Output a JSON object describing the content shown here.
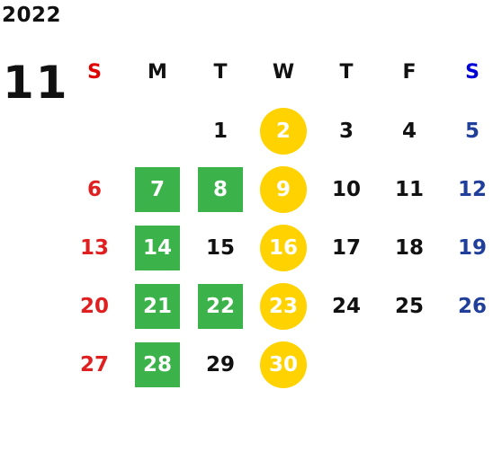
{
  "calendar": {
    "year": "2022",
    "month": "11",
    "weekdays": [
      "S",
      "M",
      "T",
      "W",
      "T",
      "F",
      "S"
    ],
    "weeks": [
      [
        "",
        "",
        "1",
        "2",
        "3",
        "4",
        "5"
      ],
      [
        "6",
        "7",
        "8",
        "9",
        "10",
        "11",
        "12"
      ],
      [
        "13",
        "14",
        "15",
        "16",
        "17",
        "18",
        "19"
      ],
      [
        "20",
        "21",
        "22",
        "23",
        "24",
        "25",
        "26"
      ],
      [
        "27",
        "28",
        "29",
        "30",
        "",
        "",
        ""
      ]
    ],
    "green_highlighted_days": [
      "7",
      "8",
      "14",
      "21",
      "22",
      "28"
    ],
    "yellow_highlighted_days": [
      "2",
      "9",
      "16",
      "23",
      "30"
    ]
  },
  "colors": {
    "sunday": "#e02020",
    "saturday": "#1f3f9a",
    "green_highlight": "#3cb34a",
    "yellow_highlight": "#ffd200"
  }
}
